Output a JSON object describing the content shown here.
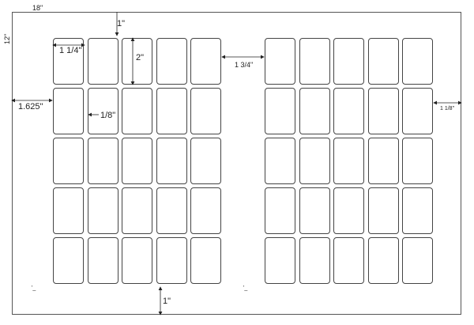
{
  "sheet": {
    "width_label": "18\"",
    "height_label": "12\""
  },
  "label": {
    "width_label": "1 1/4\"",
    "height_label": "2\""
  },
  "spacing": {
    "top_margin": "1\"",
    "bottom_margin": "1\"",
    "left_margin": "1.625\"",
    "right_margin": "1 1/8\"",
    "gutter": "1 3/4\"",
    "label_gap": "1/8\""
  },
  "layout": {
    "blocks": 2,
    "columns_per_block": 5,
    "rows": 5
  },
  "marks": {
    "left": "'_",
    "right": "'_"
  }
}
